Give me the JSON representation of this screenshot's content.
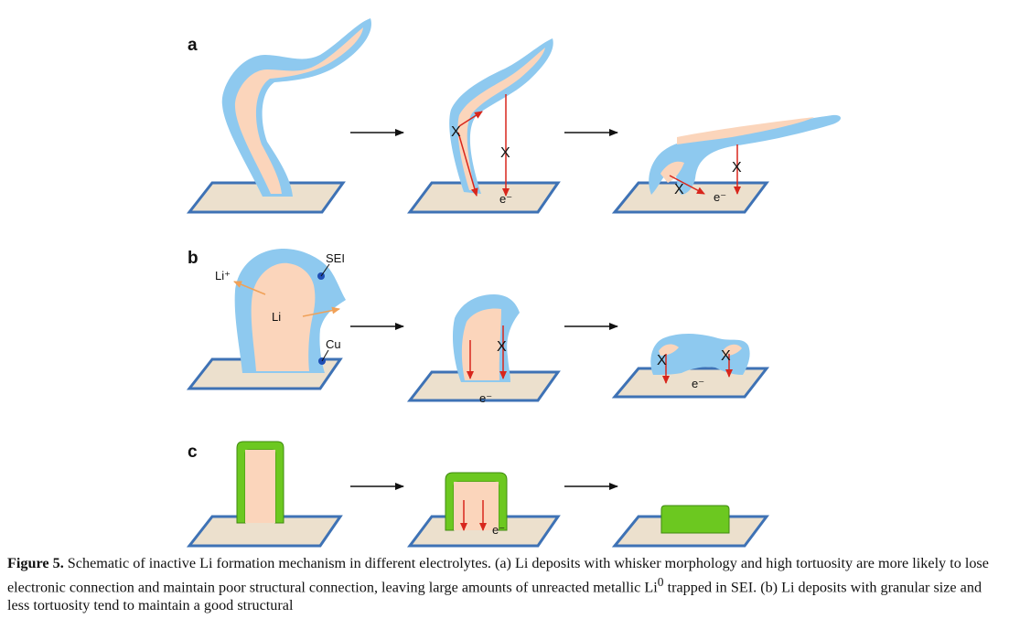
{
  "figure": {
    "panels": [
      {
        "letter": "a",
        "electron": "e⁻",
        "x_mark": "X"
      },
      {
        "letter": "b",
        "electron": "e⁻",
        "x_mark": "X",
        "li_ion": "Li⁺",
        "sei": "SEI",
        "li": "Li",
        "cu": "Cu"
      },
      {
        "letter": "c",
        "electron": "e⁻"
      }
    ],
    "colors": {
      "li_fill": "#fbd5bb",
      "sei_fill": "#8ec9ef",
      "coating_fill": "#6cc820",
      "substrate_fill": "#ece0cd",
      "substrate_edge": "#3e72b5",
      "electron_arrow": "#d8261c",
      "li_ion_arrow": "#f0a158",
      "process_arrow": "#111111"
    }
  },
  "caption": {
    "label": "Figure 5.",
    "text": " Schematic of inactive Li formation mechanism in different electrolytes. (a) Li deposits with whisker morphology and high tortuosity are more likely to lose electronic connection and maintain poor structural connection, leaving large amounts of unreacted metallic Li",
    "superscript": "0",
    "text_after": " trapped in SEI. (b) Li deposits with granular size and less tortuosity tend to maintain a good structural"
  }
}
